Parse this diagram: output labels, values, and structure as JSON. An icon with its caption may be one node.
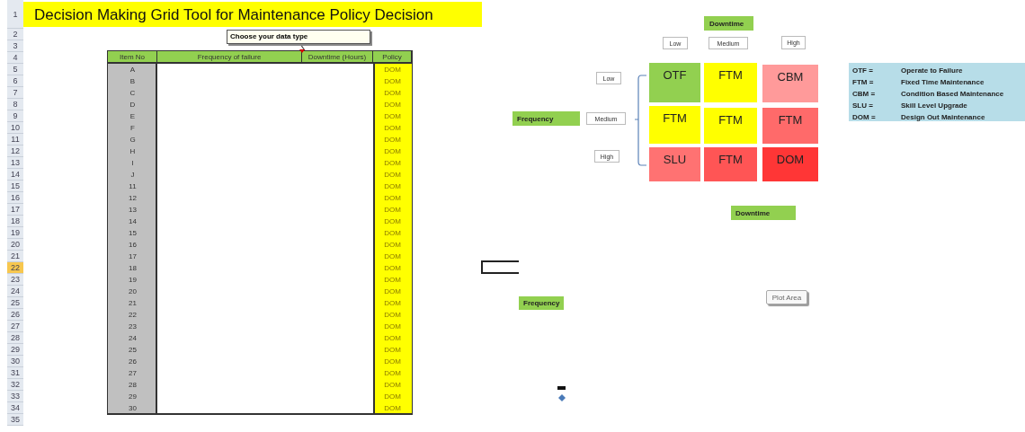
{
  "diagram": {
    "title": "Decision Making Grid Tool for Maintenance Policy Decision",
    "nodes": [
      {
        "text": [
          "Choose your data type"
        ]
      },
      {
        "text": [
          "Downtime"
        ]
      },
      {
        "text": [
          "Low"
        ]
      },
      {
        "text": [
          "Medium"
        ]
      },
      {
        "text": [
          "High"
        ]
      },
      {
        "text": [
          "Low"
        ]
      },
      {
        "text": [
          "Medium"
        ]
      },
      {
        "text": [
          "High"
        ]
      },
      {
        "text": [
          "Frequency"
        ]
      },
      {
        "text": [
          "OTF"
        ]
      },
      {
        "text": [
          "FTM"
        ]
      },
      {
        "text": [
          "CBM"
        ]
      },
      {
        "text": [
          "FTM"
        ]
      },
      {
        "text": [
          "FTM"
        ]
      },
      {
        "text": [
          "FTM"
        ]
      },
      {
        "text": [
          "SLU"
        ]
      },
      {
        "text": [
          "FTM"
        ]
      },
      {
        "text": [
          "DOM"
        ]
      },
      {
        "text": [
          "OTF =",
          "Operate to Failure",
          "FTM =",
          "Fixed Time Maintenance",
          "CBM =",
          "Condition Based Maintenance",
          "SLU =",
          "Skill Level Upgrade",
          "DOM =",
          "Design Out Maintenance"
        ]
      },
      {
        "text": [
          "Downtime"
        ]
      },
      {
        "text": [
          "Frequency"
        ]
      },
      {
        "text": [],
        "shape": "triangle"
      }
    ],
    "edges": [
      {
        "from": 0,
        "to": 21,
        "arrow": "none"
      }
    ],
    "labels": [
      "1",
      "2",
      "3",
      "4",
      "5",
      "6",
      "7",
      "8",
      "9",
      "10",
      "11",
      "12",
      "13",
      "14",
      "15",
      "16",
      "17",
      "18",
      "19",
      "20",
      "21",
      "22",
      "23",
      "24",
      "25",
      "26",
      "27",
      "28",
      "29",
      "30",
      "31",
      "32",
      "33",
      "34",
      "35",
      "Item No",
      "Frequency of failure",
      "Downtime (Hours)",
      "Policy",
      "A",
      "DOM",
      "B",
      "DOM",
      "C",
      "DOM",
      "D",
      "DOM",
      "E",
      "DOM",
      "F",
      "DOM",
      "G",
      "DOM",
      "H",
      "DOM",
      "I",
      "DOM",
      "J",
      "DOM",
      "11",
      "DOM",
      "12",
      "DOM",
      "13",
      "DOM",
      "14",
      "DOM",
      "15",
      "DOM",
      "16",
      "DOM",
      "17",
      "DOM",
      "18",
      "DOM",
      "19",
      "DOM",
      "20",
      "DOM",
      "21",
      "DOM",
      "22",
      "DOM",
      "23",
      "DOM",
      "24",
      "DOM",
      "25",
      "DOM",
      "26",
      "DOM",
      "27",
      "DOM",
      "28",
      "DOM",
      "29",
      "DOM",
      "30",
      "DOM",
      "Plot Area"
    ]
  }
}
